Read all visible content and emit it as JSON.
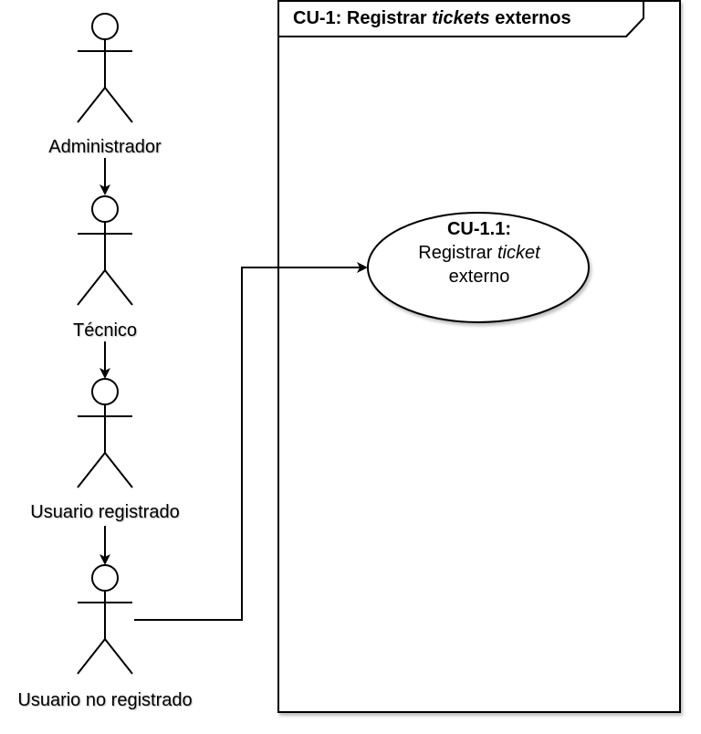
{
  "frame": {
    "title_prefix": "CU-1: Registrar ",
    "title_italic": "tickets",
    "title_suffix": " externos"
  },
  "use_case": {
    "id": "CU-1.1:",
    "text_prefix": "Registrar ",
    "text_italic": "ticket",
    "text_suffix": "externo"
  },
  "actors": [
    {
      "label": "Administrador"
    },
    {
      "label": "Técnico"
    },
    {
      "label": "Usuario registrado"
    },
    {
      "label": "Usuario no registrado"
    }
  ]
}
